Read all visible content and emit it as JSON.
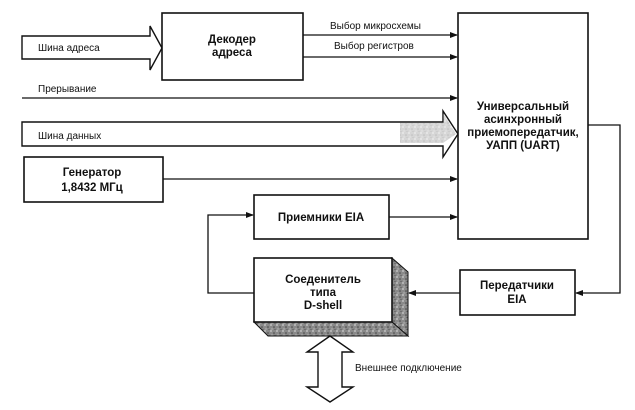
{
  "diagram": {
    "inputs": {
      "address_bus": "Шина адреса",
      "interrupt": "Прерывание",
      "data_bus": "Шина данных"
    },
    "blocks": {
      "address_decoder": [
        "Декодер",
        "адреса"
      ],
      "uart": [
        "Универсальный",
        "асинхронный",
        "приемопередатчик,",
        "УАПП (UART)"
      ],
      "generator": [
        "Генератор",
        "1,8432 МГц"
      ],
      "receivers": [
        "Приемники EIA"
      ],
      "connector": [
        "Соеденитель",
        "типа",
        "D-shell"
      ],
      "transmitters": [
        "Передатчики",
        "EIA"
      ]
    },
    "signals": {
      "chip_select": "Выбор микросхемы",
      "register_select": "Выбор регистров",
      "external": "Внешнее подключение"
    },
    "colors": {
      "line": "#111111",
      "shade": "#888888",
      "background": "#ffffff"
    }
  }
}
